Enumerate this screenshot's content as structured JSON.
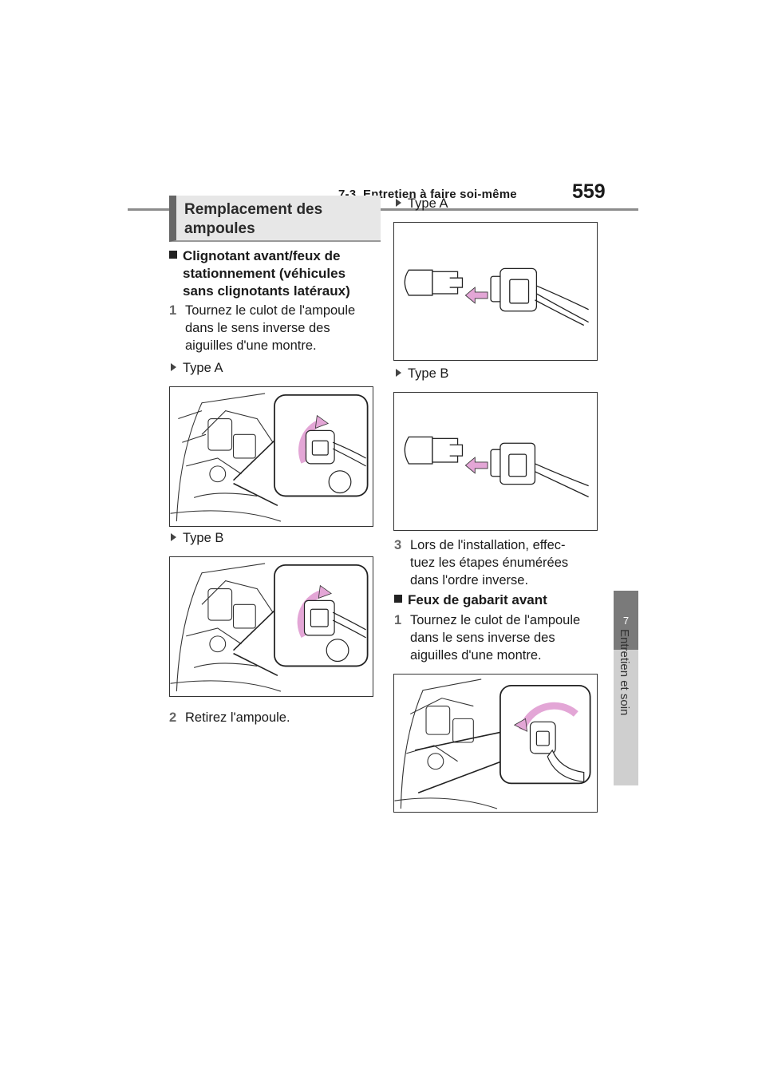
{
  "header": {
    "section": "7-3. Entretien à faire soi-même",
    "page_number": "559"
  },
  "side_tab": {
    "number": "7",
    "label": "Entretien et soin"
  },
  "section_title": [
    "Remplacement des",
    "ampoules"
  ],
  "left_column": {
    "subhead": [
      "Clignotant avant/feux de",
      "stationnement (véhicules",
      "sans clignotants latéraux)"
    ],
    "step1": {
      "num": "1",
      "lines": [
        "Tournez le culot de l'ampoule",
        "dans le sens inverse des",
        "aiguilles d'une montre."
      ]
    },
    "type_a": "Type A",
    "type_b": "Type B",
    "step2": {
      "num": "2",
      "text": "Retirez l'ampoule."
    }
  },
  "right_column": {
    "type_a": "Type A",
    "type_b": "Type B",
    "step3": {
      "num": "3",
      "lines": [
        "Lors de l'installation, effec-",
        "tuez les étapes énumérées",
        "dans l'ordre inverse."
      ]
    },
    "subhead2": "Feux de gabarit avant",
    "step1b": {
      "num": "1",
      "lines": [
        "Tournez le culot de l'ampoule",
        "dans le sens inverse des",
        "aiguilles d'une montre."
      ]
    }
  },
  "colors": {
    "arrow_pink": "#e3a6d6",
    "rule_gray": "#8c8c8c",
    "tab_gray": "#7a7a7a"
  }
}
